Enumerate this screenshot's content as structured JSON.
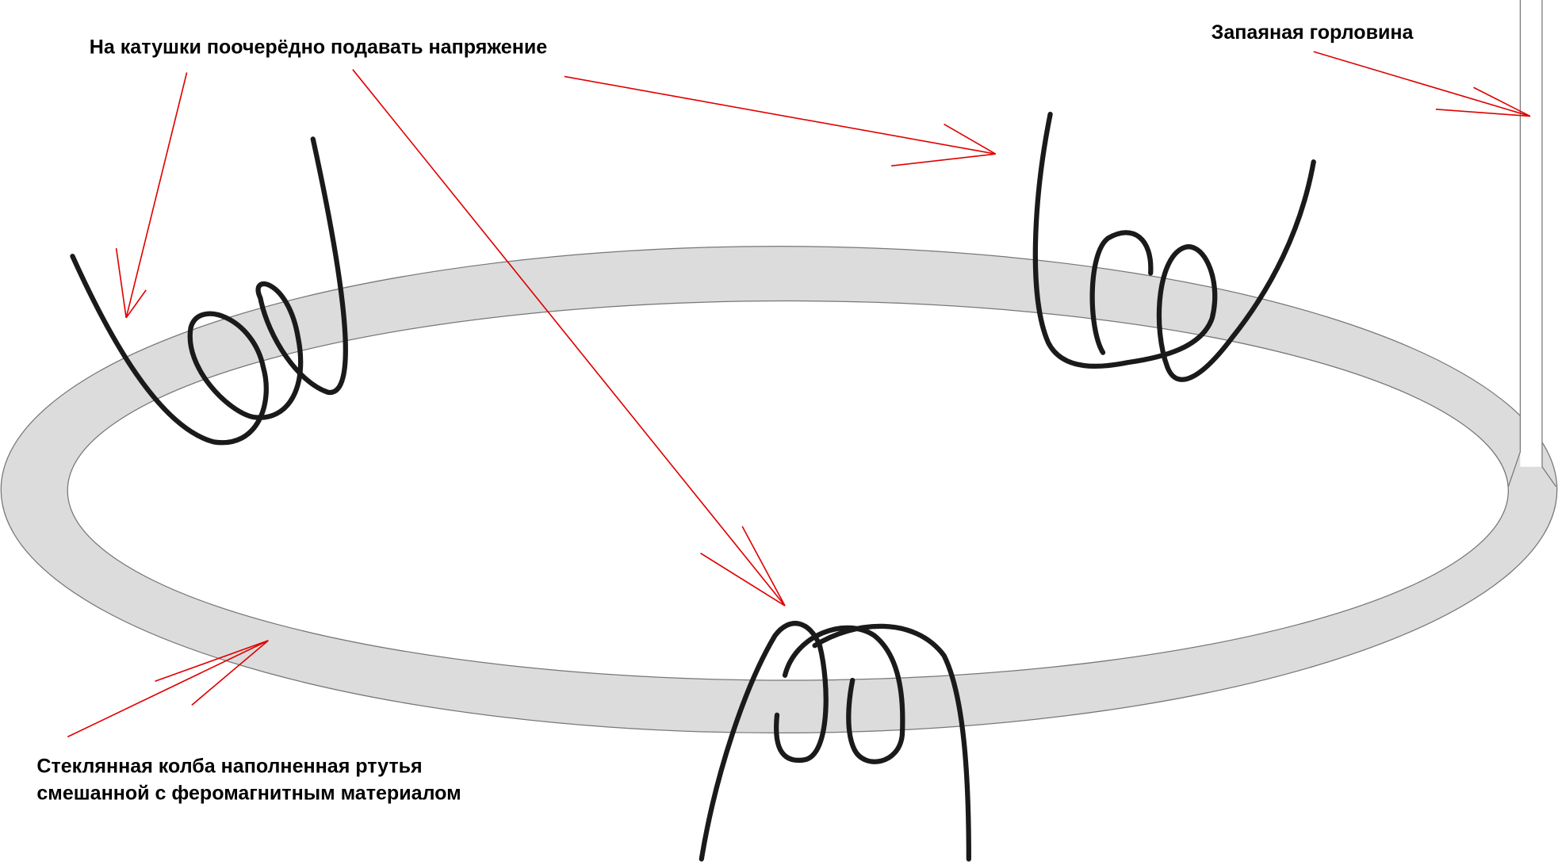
{
  "labels": {
    "coils": "На катушки поочерёдно подавать напряжение",
    "neck": "Запаяная горловина",
    "flask_line1": "Стеклянная колба наполненная ртутья",
    "flask_line2": "смешанной с феромагнитным материалом"
  },
  "colors": {
    "arrow": "#e00000",
    "ring_fill": "#dcdcdc",
    "coil": "#1a1a1a"
  }
}
